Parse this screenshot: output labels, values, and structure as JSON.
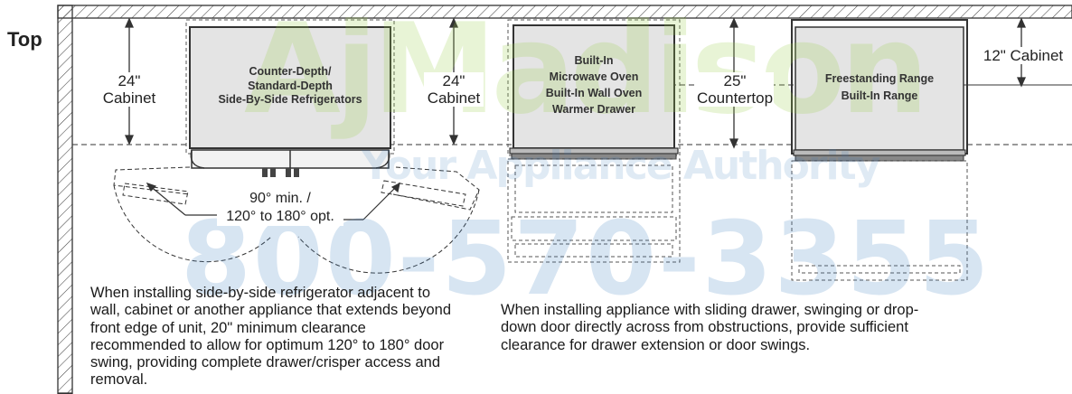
{
  "title": "Top",
  "dimensions": {
    "cabinet_left": "24\" Cabinet",
    "cabinet_mid": "24\" Cabinet",
    "countertop": "25\" Countertop",
    "cabinet_right": "12\" Cabinet"
  },
  "appliances": {
    "refrigerator": [
      "Counter-Depth/",
      "Standard-Depth",
      "Side-By-Side Refrigerators"
    ],
    "oven": [
      "Built-In",
      "Microwave Oven",
      "Built-In Wall Oven",
      "Warmer Drawer"
    ],
    "range": [
      "Freestanding Range",
      "Built-In Range"
    ]
  },
  "door_swing": [
    "90° min. /",
    "120° to 180° opt."
  ],
  "notes": {
    "left": "When installing side-by-side refrigerator adjacent to wall, cabinet or another appliance that extends beyond front edge of unit, 20\" minimum clearance recommended to allow for optimum 120° to 180° door swing, providing complete drawer/crisper access and removal.",
    "right": "When installing appliance with sliding drawer, swinging or drop-down door directly across from obstructions, provide sufficient clearance for drawer extension or door swings."
  },
  "watermark": {
    "brand": "AjMadison",
    "tagline": "Your Appliance Authority",
    "phone": "800-570-3355"
  },
  "colors": {
    "line": "#333333",
    "appliance_fill": "#e4e4e4",
    "watermark_green": "#9ccf4a",
    "watermark_blue": "#3e7fc1"
  }
}
